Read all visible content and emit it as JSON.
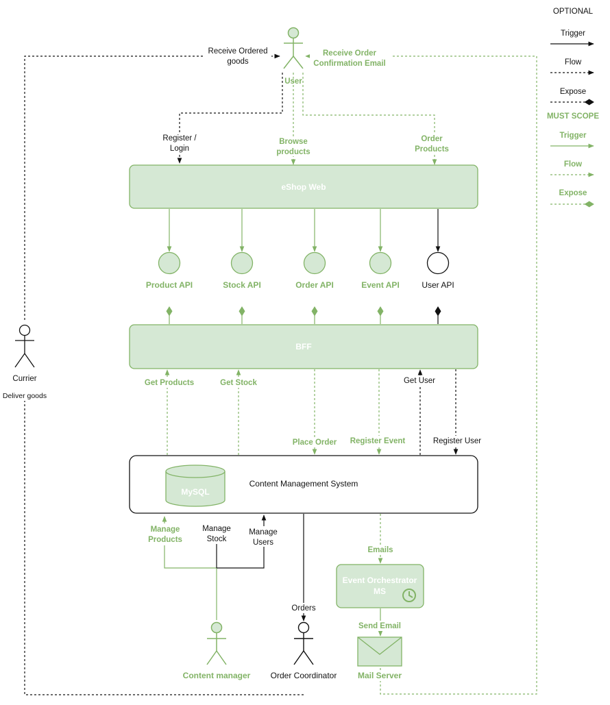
{
  "colors": {
    "green_fill": "#d5e8d4",
    "green_stroke": "#82b366",
    "green_text": "#82b366",
    "black": "#111111"
  },
  "legend": {
    "optional_title": "OPTIONAL",
    "optional_trigger": "Trigger",
    "optional_flow": "Flow",
    "optional_expose": "Expose",
    "must_title": "MUST SCOPE",
    "must_trigger": "Trigger",
    "must_flow": "Flow",
    "must_expose": "Expose"
  },
  "actors": {
    "user": "User",
    "currier": "Currier",
    "content_manager": "Content manager",
    "order_coordinator": "Order Coordinator"
  },
  "blocks": {
    "eshop_web": "eShop Web",
    "bff": "BFF",
    "cms": "Content Management System",
    "mysql": "MySQL",
    "event_orchestrator_1": "Event Orchestrator",
    "event_orchestrator_2": "MS",
    "mail_server": "Mail Server"
  },
  "apis": {
    "product": "Product API",
    "stock": "Stock API",
    "order": "Order API",
    "event": "Event API",
    "user": "User API"
  },
  "edges": {
    "receive_ordered_1": "Receive Ordered",
    "receive_ordered_2": "goods",
    "receive_confirm_1": "Receive Order",
    "receive_confirm_2": "Confirmation Email",
    "register_login_1": "Register /",
    "register_login_2": "Login",
    "browse_1": "Browse",
    "browse_2": "products",
    "order_products_1": "Order",
    "order_products_2": "Products",
    "get_products": "Get Products",
    "get_stock": "Get Stock",
    "get_user": "Get User",
    "place_order": "Place Order",
    "register_event": "Register Event",
    "register_user": "Register User",
    "deliver_goods": "Deliver goods",
    "manage_products_1": "Manage",
    "manage_products_2": "Products",
    "manage_stock_1": "Manage",
    "manage_stock_2": "Stock",
    "manage_users_1": "Manage",
    "manage_users_2": "Users",
    "orders": "Orders",
    "emails": "Emails",
    "send_email": "Send Email"
  }
}
